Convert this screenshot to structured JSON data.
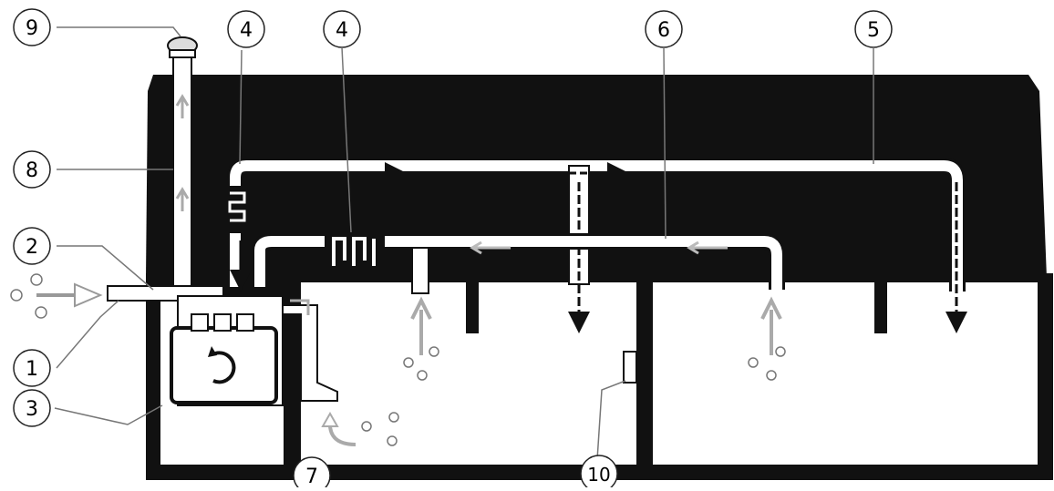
{
  "callouts": [
    {
      "id": "c1",
      "text": "1"
    },
    {
      "id": "c2",
      "text": "2"
    },
    {
      "id": "c3",
      "text": "3"
    },
    {
      "id": "c4a",
      "text": "4"
    },
    {
      "id": "c4b",
      "text": "4"
    },
    {
      "id": "c5",
      "text": "5"
    },
    {
      "id": "c6",
      "text": "6"
    },
    {
      "id": "c7",
      "text": "7"
    },
    {
      "id": "c8",
      "text": "8"
    },
    {
      "id": "c9",
      "text": "9"
    },
    {
      "id": "c10",
      "text": "10"
    }
  ],
  "colors": {
    "roof": "#111111",
    "wall": "#111111",
    "duct": "#ffffff",
    "callout_border": "#222222",
    "leader": "#777777",
    "snow": "#777777"
  },
  "icons": [
    "snowflake-icon",
    "rotation-arrow-icon",
    "heater-coil-icon",
    "supply-arrow-icon",
    "return-arrow-icon",
    "exhaust-arrow-icon"
  ]
}
